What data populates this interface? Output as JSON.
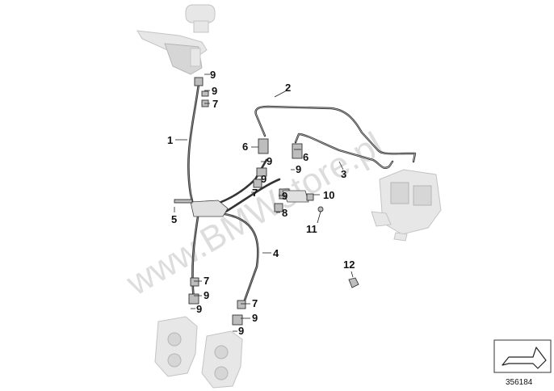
{
  "callouts": {
    "c1": "1",
    "c2": "2",
    "c3": "3",
    "c4": "4",
    "c5": "5",
    "c6a": "6",
    "c6b": "6",
    "c7a": "7",
    "c7b": "7",
    "c7c": "7",
    "c7d": "7",
    "c8": "8",
    "c9a": "9",
    "c9b": "9",
    "c9c": "9",
    "c9d": "9",
    "c9e": "9",
    "c9f": "9",
    "c9g": "9",
    "c9h": "9",
    "c9i": "9",
    "c9j": "9",
    "c10": "10",
    "c11": "11",
    "c12": "12"
  },
  "watermark": "www.BMWstore.pl",
  "reference": {
    "number": "356184",
    "icon": "arrow-direction-icon"
  }
}
